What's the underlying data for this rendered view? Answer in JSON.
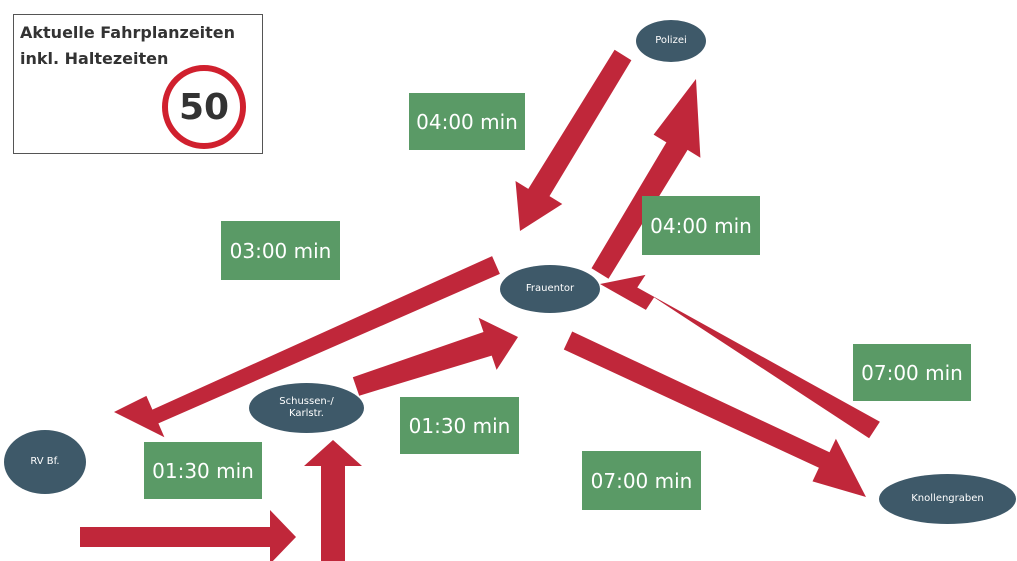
{
  "legend": {
    "line1": "Aktuelle Fahrplanzeiten",
    "line2": "inkl. Haltezeiten",
    "speed_limit": "50"
  },
  "colors": {
    "arrow": "#c0273a",
    "stop": "#3e5969",
    "time_box": "#5a9a66",
    "sign_ring": "#d0202e"
  },
  "stops": {
    "polizei": "Polizei",
    "frauentor": "Frauentor",
    "schussen": "Schussen-/\nKarlstr.",
    "rv_bf": "RV Bf.",
    "knollengraben": "Knollengraben"
  },
  "times": {
    "frauentor_to_polizei": "04:00 min",
    "polizei_to_frauentor": "04:00 min",
    "frauentor_to_rv_bf": "03:00 min",
    "rv_bf_to_schussen": "01:30 min",
    "schussen_to_frauentor": "01:30 min",
    "frauentor_to_knollengraben": "07:00 min",
    "knollengraben_to_frauentor": "07:00 min"
  }
}
